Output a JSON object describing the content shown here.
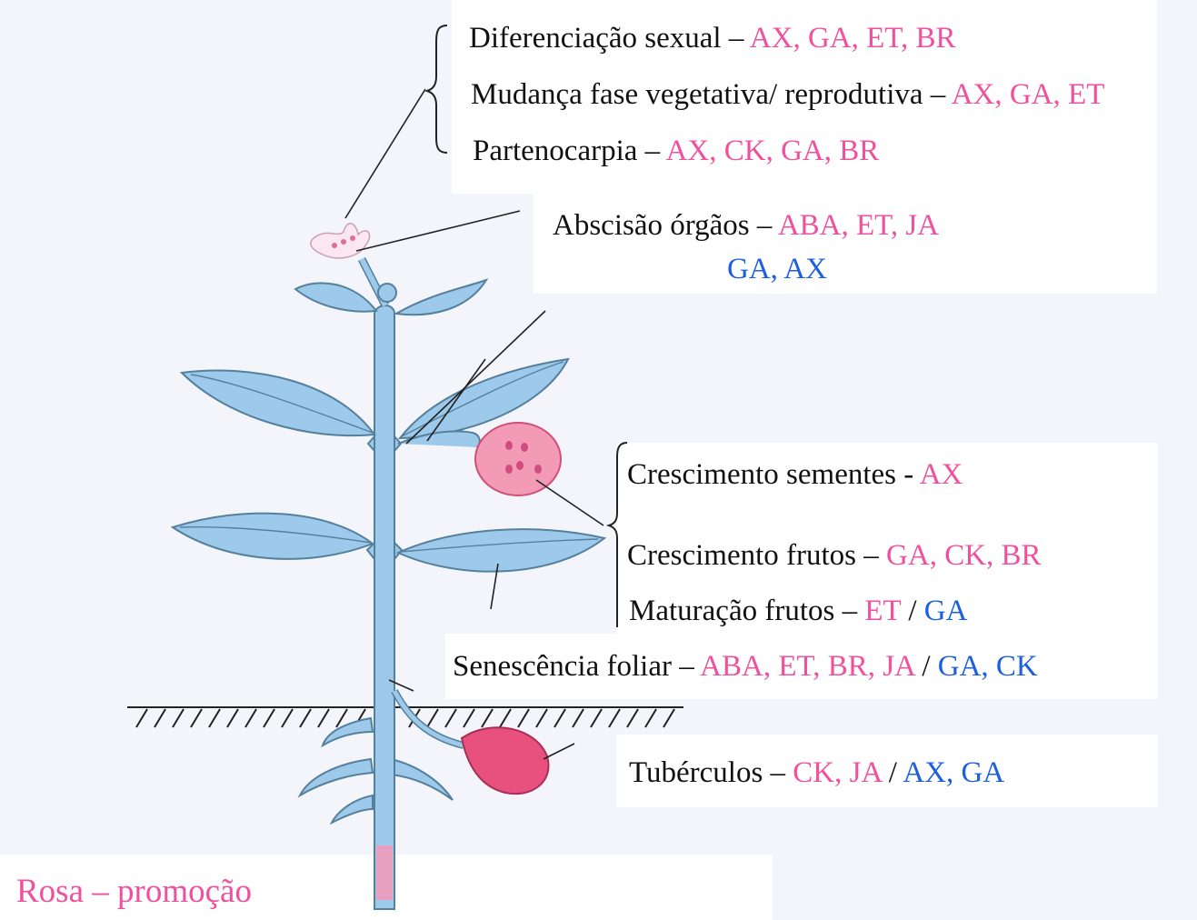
{
  "colors": {
    "promotion": "#f0509c",
    "inhibition": "#1d5fe0",
    "plant": "#9dc9ea",
    "plant_outline": "#55809c",
    "fruit": "#f29ab6",
    "tuber": "#e8507e",
    "text": "#111111"
  },
  "labels": {
    "sexual": {
      "text": "Diferenciação sexual",
      "sep": " – ",
      "promote": "AX, GA, ET, BR",
      "slash": "",
      "inhibit": ""
    },
    "phase": {
      "text": "Mudança fase vegetativa/ reprodutiva",
      "sep": " – ",
      "promote": "AX, GA, ET",
      "slash": "",
      "inhibit": ""
    },
    "parthenocarpy": {
      "text": "Partenocarpia",
      "sep": " – ",
      "promote": "AX, CK, GA, BR",
      "slash": "",
      "inhibit": ""
    },
    "abscission": {
      "text": "Abscisão órgãos",
      "sep": " – ",
      "promote": "ABA, ET, JA",
      "slash": "",
      "inhibit": "GA, AX"
    },
    "seeds": {
      "text": "Crescimento sementes",
      "sep": " - ",
      "promote": "AX",
      "slash": "",
      "inhibit": ""
    },
    "fruit_growth": {
      "text": "Crescimento frutos",
      "sep": " – ",
      "promote": "GA, CK, BR",
      "slash": "",
      "inhibit": ""
    },
    "fruit_ripening": {
      "text": "Maturação frutos",
      "sep": " – ",
      "promote": "ET",
      "slash": " / ",
      "inhibit": "GA"
    },
    "senescence": {
      "text": "Senescência foliar",
      "sep": " – ",
      "promote": "ABA, ET, BR, JA",
      "slash": " /  ",
      "inhibit": "GA, CK"
    },
    "tubers": {
      "text": "Tubérculos",
      "sep": " – ",
      "promote": "CK, JA",
      "slash": " / ",
      "inhibit": "AX, GA"
    }
  },
  "legend": {
    "text": "Rosa – promoção"
  }
}
